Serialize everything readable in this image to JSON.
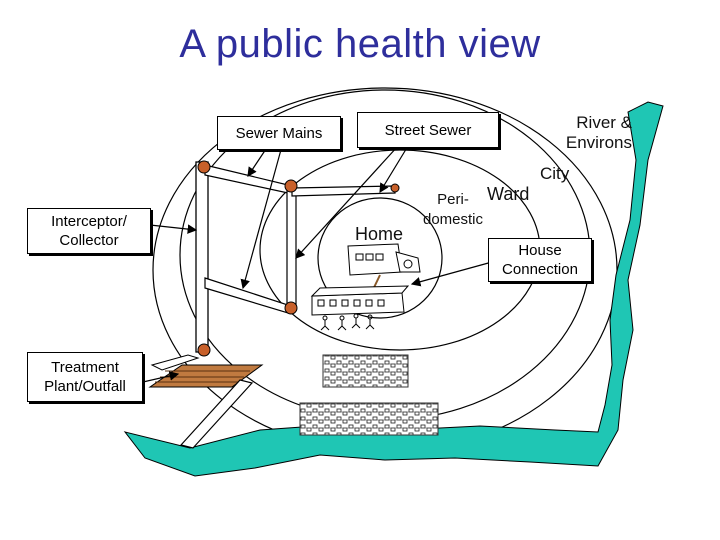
{
  "title": "A public health view",
  "labels": {
    "sewer_mains": "Sewer Mains",
    "street_sewer": "Street Sewer",
    "river_environs": "River &\nEnvirons",
    "city": "City",
    "ward": "Ward",
    "peri_domestic": "Peri-\ndomestic",
    "home": "Home",
    "house_connection": "House\nConnection",
    "interceptor_collector": "Interceptor/\nCollector",
    "treatment_plant_outfall": "Treatment\nPlant/Outfall"
  },
  "colors": {
    "title": "#2e2e9c",
    "river": "#1fc6b4",
    "pipe_node": "#c8602a",
    "outfall_deck": "#c07a40"
  }
}
